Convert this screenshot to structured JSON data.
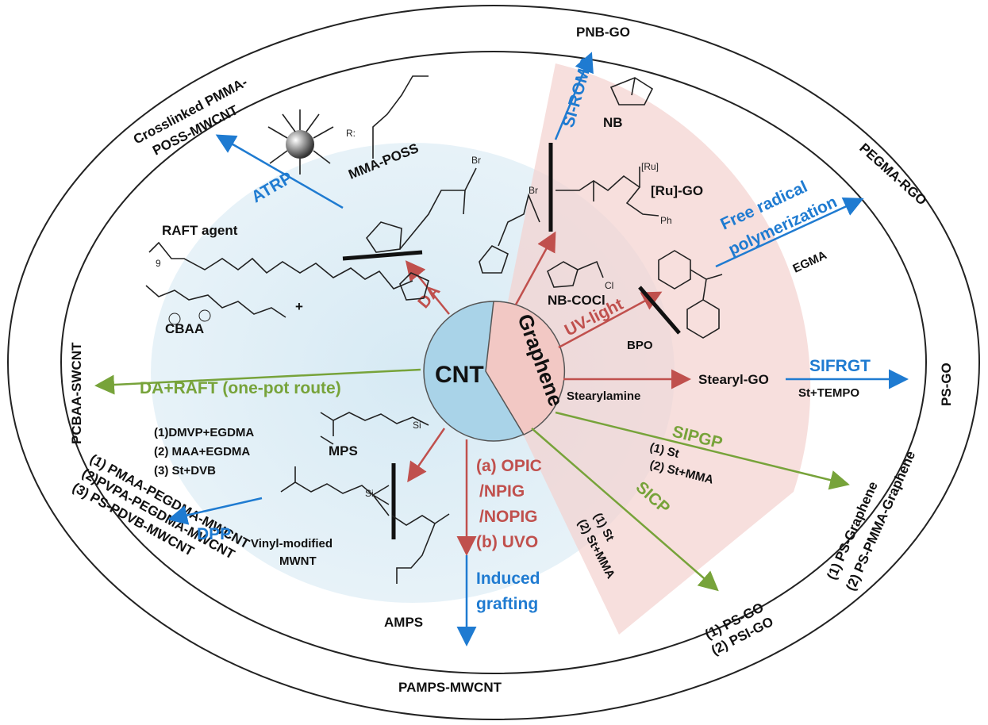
{
  "center": {
    "cnt": "CNT",
    "graphene": "Graphene"
  },
  "outer_labels": {
    "pnb_go": "PNB-GO",
    "crosslinked_1": "Crosslinked PMMA-",
    "crosslinked_2": "POSS-MWCNT",
    "pegma_rgo": "PEGMA-RGO",
    "pcbaa": "PCBAA-SWCNT",
    "ps_go_right": "PS-GO",
    "pmaa": "(1) PMAA-PEGDMA-MWCNT",
    "pvpa": "(2)PVPA-PEGDMA-MWCNT",
    "ps_pdvb": "(3) PS-PDVB-MWCNT",
    "pamps": "PAMPS-MWCNT",
    "ps_go_1": "(1) PS-GO",
    "psi_go_2": "(2) PSI-GO",
    "ps_graphene": "(1) PS-Graphene",
    "ps_pmma_graphene": "(2) PS-PMMA-Graphene"
  },
  "methods": {
    "si_romp": "SI-ROMP",
    "atrp": "ATRP",
    "free_radical_1": "Free radical",
    "free_radical_2": "polymerization",
    "da": "DA",
    "uv_light": "UV-light",
    "sifrgt": "SIFRGT",
    "da_raft": "DA+RAFT (one-pot route)",
    "sipgp": "SIPGP",
    "sicp": "SICP",
    "dpp": "DPP",
    "opic_1": "(a) OPIC",
    "opic_2": "/NPIG",
    "opic_3": "/NOPIG",
    "opic_4": "(b) UVO",
    "induced_1": "Induced",
    "induced_2": "grafting"
  },
  "reagents": {
    "nb": "NB",
    "ru_go": "[Ru]-GO",
    "ru": "[Ru]",
    "ph": "Ph",
    "mma_poss": "MMA-POSS",
    "r_label": "R:",
    "r": "R",
    "br": "Br",
    "egma": "EGMA",
    "raft_agent": "RAFT agent",
    "nine": "9",
    "nb_cocl": "NB-COCl",
    "cl": "Cl",
    "bpo": "BPO",
    "cbaa": "CBAA",
    "stearyl_go": "Stearyl-GO",
    "stearylamine": "Stearylamine",
    "st_tempo": "St+TEMPO",
    "dmvp": "(1)DMVP+EGDMA",
    "maa": "(2) MAA+EGDMA",
    "st_dvb": "(3) St+DVB",
    "mps": "MPS",
    "si": "Si",
    "vinyl_1": "Vinyl-modified",
    "vinyl_2": "MWNT",
    "amps": "AMPS",
    "sipgp_st": "(1) St",
    "sipgp_stmma": "(2) St+MMA",
    "sicp_st": "(1) St",
    "sicp_stmma": "(2) St+MMA",
    "plus": "+"
  },
  "colors": {
    "blue": "#1f7bd1",
    "red": "#c0504d",
    "green": "#77a33a",
    "cnt_fill": "#a9d3e8",
    "graphene_fill": "#f2c8c4"
  }
}
